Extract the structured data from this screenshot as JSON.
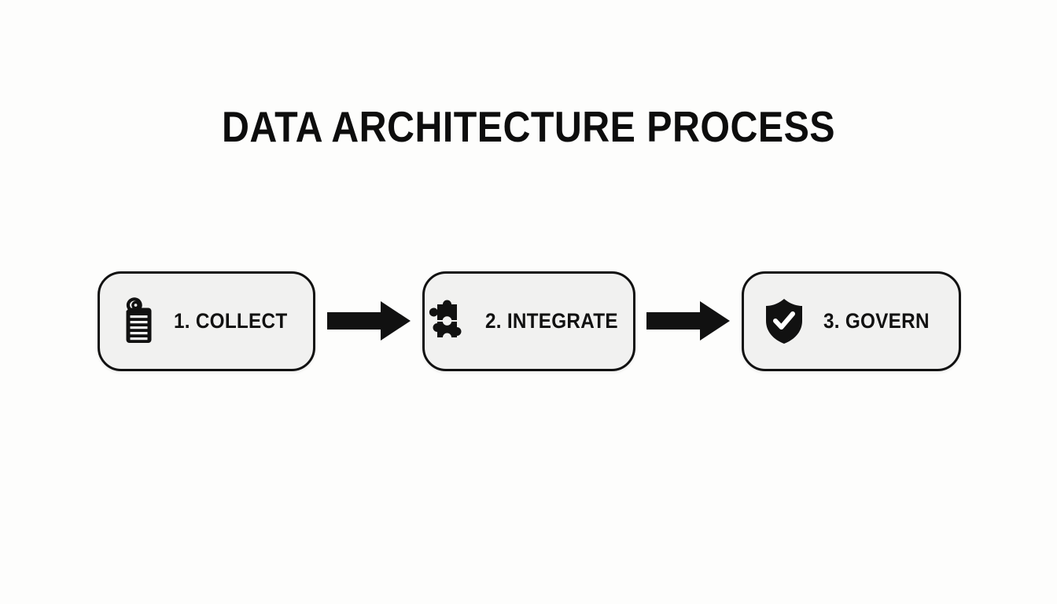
{
  "page": {
    "title": "DATA ARCHITECTURE PROCESS",
    "background_color": "#fdfdfc",
    "text_color": "#111111"
  },
  "diagram": {
    "type": "linear-process-flow",
    "card_fill_color": "#f1f1f0",
    "card_border_color": "#111111",
    "arrow_color": "#111111",
    "steps": [
      {
        "number": "1",
        "label": "1. COLLECT",
        "icon": "tag-icon"
      },
      {
        "number": "2",
        "label": "2. INTEGRATE",
        "icon": "puzzle-pieces-icon"
      },
      {
        "number": "3",
        "label": "3. GOVERN",
        "icon": "shield-check-icon"
      }
    ],
    "connectors": [
      {
        "icon": "arrow-right-icon",
        "from": "1. COLLECT",
        "to": "2. INTEGRATE"
      },
      {
        "icon": "arrow-right-icon",
        "from": "2. INTEGRATE",
        "to": "3. GOVERN"
      }
    ]
  }
}
